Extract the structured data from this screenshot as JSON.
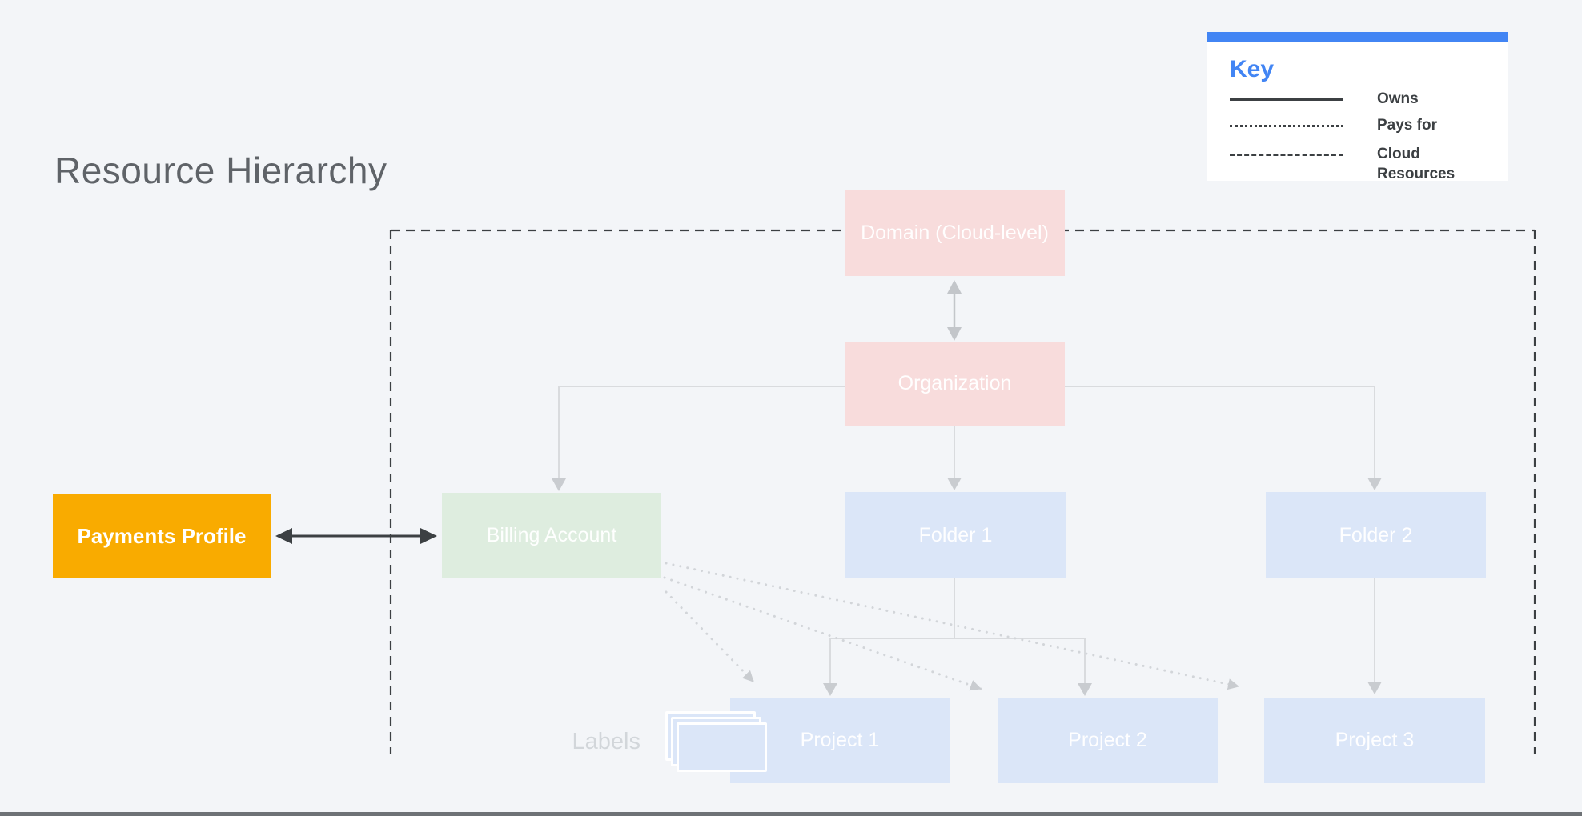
{
  "title": "Resource Hierarchy",
  "key": {
    "heading": "Key",
    "items": [
      {
        "line": "solid",
        "label": "Owns"
      },
      {
        "line": "dotted",
        "label": "Pays for"
      },
      {
        "line": "dashed",
        "label": "Cloud Resources"
      }
    ]
  },
  "nodes": {
    "domain": {
      "label": "Domain (Cloud-level)",
      "color": "#f8dcdc"
    },
    "organization": {
      "label": "Organization",
      "color": "#f8dcdc"
    },
    "billing_account": {
      "label": "Billing Account",
      "color": "#deeddf"
    },
    "payments_profile": {
      "label": "Payments Profile",
      "color": "#f9ab00"
    },
    "folder1": {
      "label": "Folder 1",
      "color": "#dbe6f8"
    },
    "folder2": {
      "label": "Folder 2",
      "color": "#dbe6f8"
    },
    "project1": {
      "label": "Project 1",
      "color": "#dbe6f8"
    },
    "project2": {
      "label": "Project 2",
      "color": "#dbe6f8"
    },
    "project3": {
      "label": "Project 3",
      "color": "#dbe6f8"
    }
  },
  "labels_caption": "Labels",
  "colors": {
    "background": "#f3f5f8",
    "accent_blue": "#4285f4",
    "dark_line": "#3c4043",
    "faded_line": "#d9dbde",
    "faded_arrow": "#c9ccd0",
    "title_text": "#5f6368"
  }
}
